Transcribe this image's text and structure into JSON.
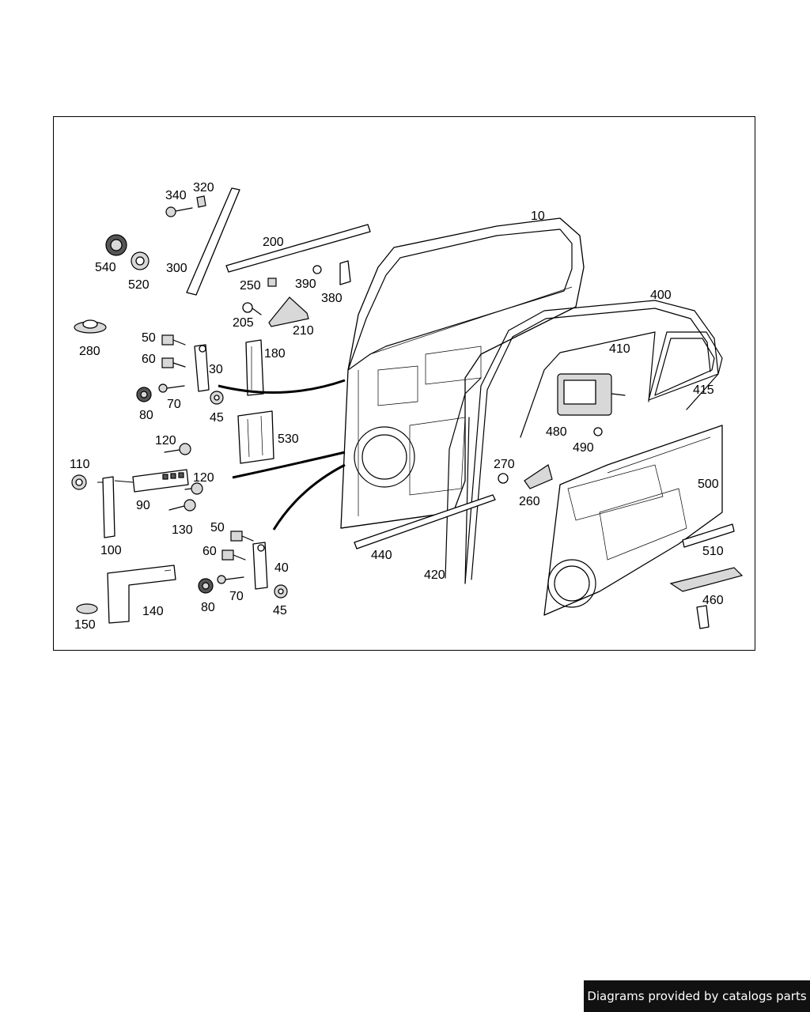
{
  "diagram": {
    "callouts": {
      "c10": "10",
      "c30": "30",
      "c40": "40",
      "c45a": "45",
      "c45b": "45",
      "c50a": "50",
      "c50b": "50",
      "c60a": "60",
      "c60b": "60",
      "c70a": "70",
      "c70b": "70",
      "c80a": "80",
      "c80b": "80",
      "c90": "90",
      "c100": "100",
      "c110": "110",
      "c120a": "120",
      "c120b": "120",
      "c130": "130",
      "c140": "140",
      "c150": "150",
      "c180": "180",
      "c200": "200",
      "c205": "205",
      "c210": "210",
      "c250": "250",
      "c260": "260",
      "c270": "270",
      "c280": "280",
      "c300": "300",
      "c320": "320",
      "c340": "340",
      "c380": "380",
      "c390": "390",
      "c400": "400",
      "c410": "410",
      "c415": "415",
      "c420": "420",
      "c440": "440",
      "c460": "460",
      "c480": "480",
      "c490": "490",
      "c500": "500",
      "c510": "510",
      "c520": "520",
      "c530": "530",
      "c540": "540"
    }
  },
  "footer": {
    "text": "Diagrams provided by catalogs parts"
  },
  "colors": {
    "line": "#000000",
    "background": "#ffffff",
    "badge": "#111111"
  }
}
